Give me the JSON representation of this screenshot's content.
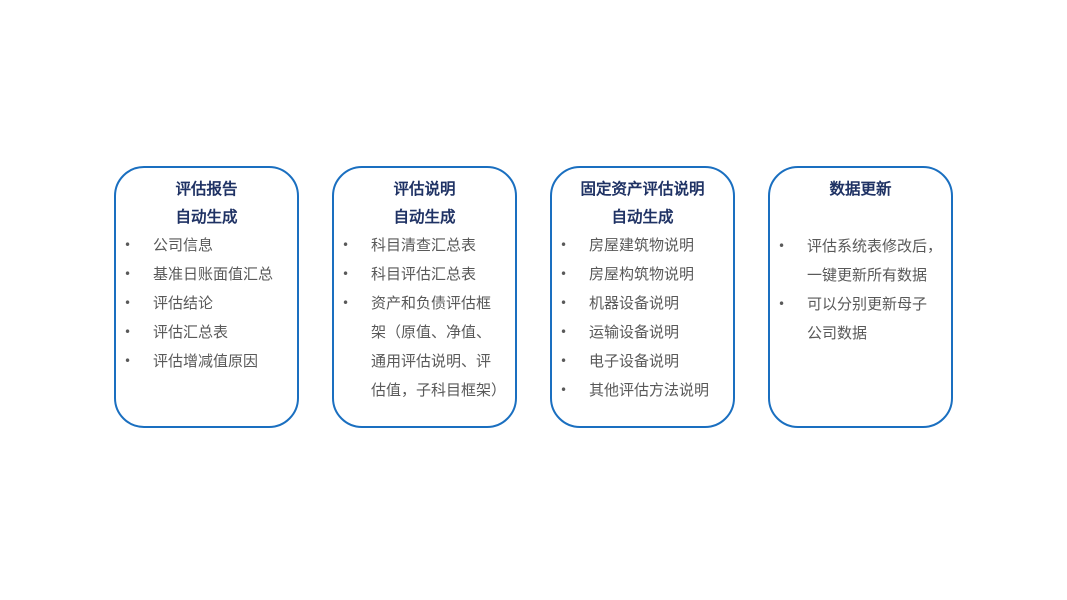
{
  "cards": [
    {
      "title": "评估报告\n自动生成",
      "items": [
        "公司信息",
        "基准日账面值汇总",
        "评估结论",
        "评估汇总表",
        "评估增减值原因"
      ]
    },
    {
      "title": "评估说明\n自动生成",
      "items": [
        "科目清查汇总表",
        "科目评估汇总表",
        "资产和负债评估框\n架（原值、净值、\n通用评估说明、评\n估值，子科目框架）"
      ]
    },
    {
      "title": "固定资产评估说明\n自动生成",
      "items": [
        "房屋建筑物说明",
        "房屋构筑物说明",
        "机器设备说明",
        "运输设备说明",
        "电子设备说明",
        "其他评估方法说明"
      ]
    },
    {
      "title": "数据更新",
      "items": [
        "评估系统表修改后，\n一键更新所有数据",
        "可以分别更新母子\n公司数据"
      ]
    }
  ],
  "colors": {
    "border": "#1a6fc0",
    "title": "#1f3264",
    "text": "#595959"
  }
}
